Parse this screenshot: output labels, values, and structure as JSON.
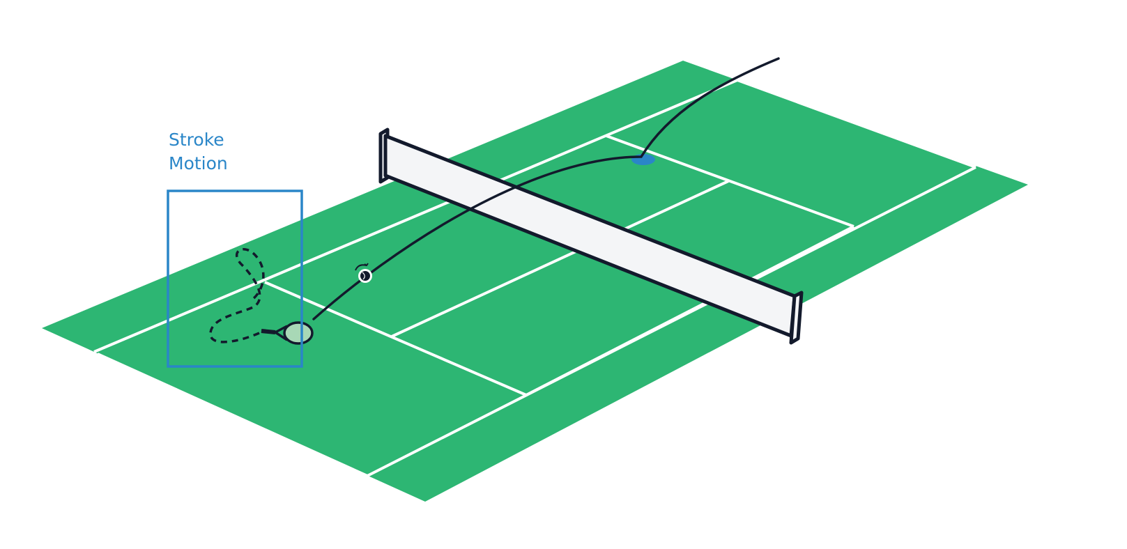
{
  "annotation": {
    "line1": "Stroke",
    "line2": "Motion"
  },
  "colors": {
    "court": "#2db673",
    "lines": "#ffffff",
    "net": "#f4f5f7",
    "ink": "#131a2c",
    "accent": "#2a86c8",
    "racket_face": "#a8d8b6"
  },
  "icons": [
    "tennis-court",
    "net",
    "racket-icon",
    "tennis-ball-icon",
    "spin-arrow-icon",
    "bounce-spot"
  ]
}
